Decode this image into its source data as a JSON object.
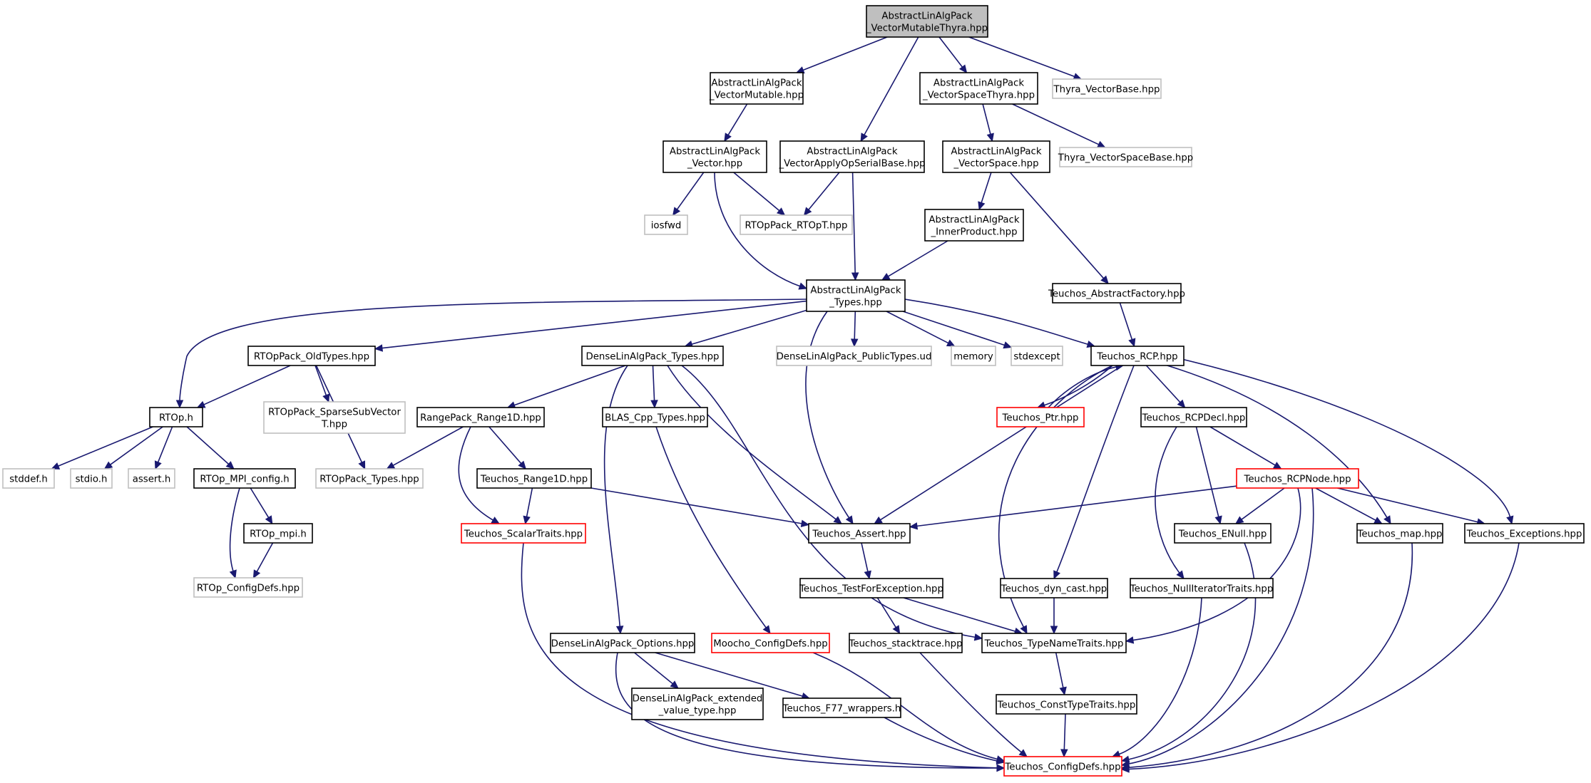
{
  "graph": {
    "title": "AbstractLinAlgPack_VectorMutableThyra.hpp include dependency graph",
    "colors": {
      "edge": "#191970",
      "default_border": "#000000",
      "external_border": "#bfbfbf",
      "truncated_border": "#ff0000",
      "root_fill": "#bfbfbf",
      "fill": "#ffffff"
    },
    "nodes": [
      {
        "id": "root",
        "lines": [
          "AbstractLinAlgPack",
          "_VectorMutableThyra.hpp"
        ],
        "style": "root"
      },
      {
        "id": "vm",
        "lines": [
          "AbstractLinAlgPack",
          "_VectorMutable.hpp"
        ],
        "style": "default"
      },
      {
        "id": "vst",
        "lines": [
          "AbstractLinAlgPack",
          "_VectorSpaceThyra.hpp"
        ],
        "style": "default"
      },
      {
        "id": "tvb",
        "lines": [
          "Thyra_VectorBase.hpp"
        ],
        "style": "external"
      },
      {
        "id": "vec",
        "lines": [
          "AbstractLinAlgPack",
          "_Vector.hpp"
        ],
        "style": "default"
      },
      {
        "id": "vaosb",
        "lines": [
          "AbstractLinAlgPack",
          "_VectorApplyOpSerialBase.hpp"
        ],
        "style": "default"
      },
      {
        "id": "vs",
        "lines": [
          "AbstractLinAlgPack",
          "_VectorSpace.hpp"
        ],
        "style": "default"
      },
      {
        "id": "tvsb",
        "lines": [
          "Thyra_VectorSpaceBase.hpp"
        ],
        "style": "external"
      },
      {
        "id": "iosfwd",
        "lines": [
          "iosfwd"
        ],
        "style": "external"
      },
      {
        "id": "rtopt",
        "lines": [
          "RTOpPack_RTOpT.hpp"
        ],
        "style": "external"
      },
      {
        "id": "ip",
        "lines": [
          "AbstractLinAlgPack",
          "_InnerProduct.hpp"
        ],
        "style": "default"
      },
      {
        "id": "types",
        "lines": [
          "AbstractLinAlgPack",
          "_Types.hpp"
        ],
        "style": "default"
      },
      {
        "id": "taf",
        "lines": [
          "Teuchos_AbstractFactory.hpp"
        ],
        "style": "default"
      },
      {
        "id": "oldtypes",
        "lines": [
          "RTOpPack_OldTypes.hpp"
        ],
        "style": "default"
      },
      {
        "id": "dlat",
        "lines": [
          "DenseLinAlgPack_Types.hpp"
        ],
        "style": "default"
      },
      {
        "id": "dlapt",
        "lines": [
          "DenseLinAlgPack_PublicTypes.ud"
        ],
        "style": "external"
      },
      {
        "id": "memory",
        "lines": [
          "memory"
        ],
        "style": "external"
      },
      {
        "id": "stdexcept",
        "lines": [
          "stdexcept"
        ],
        "style": "external"
      },
      {
        "id": "rcp",
        "lines": [
          "Teuchos_RCP.hpp"
        ],
        "style": "default"
      },
      {
        "id": "rtoph",
        "lines": [
          "RTOp.h"
        ],
        "style": "default"
      },
      {
        "id": "sparse",
        "lines": [
          "RTOpPack_SparseSubVector",
          "T.hpp"
        ],
        "style": "external"
      },
      {
        "id": "rr1d",
        "lines": [
          "RangePack_Range1D.hpp"
        ],
        "style": "default"
      },
      {
        "id": "blas",
        "lines": [
          "BLAS_Cpp_Types.hpp"
        ],
        "style": "default"
      },
      {
        "id": "ptr",
        "lines": [
          "Teuchos_Ptr.hpp"
        ],
        "style": "truncated"
      },
      {
        "id": "rcpdecl",
        "lines": [
          "Teuchos_RCPDecl.hpp"
        ],
        "style": "default"
      },
      {
        "id": "stddef",
        "lines": [
          "stddef.h"
        ],
        "style": "external"
      },
      {
        "id": "stdio",
        "lines": [
          "stdio.h"
        ],
        "style": "external"
      },
      {
        "id": "assert",
        "lines": [
          "assert.h"
        ],
        "style": "external"
      },
      {
        "id": "mpiconfig",
        "lines": [
          "RTOp_MPI_config.h"
        ],
        "style": "default"
      },
      {
        "id": "rtoptypes",
        "lines": [
          "RTOpPack_Types.hpp"
        ],
        "style": "external"
      },
      {
        "id": "tr1d",
        "lines": [
          "Teuchos_Range1D.hpp"
        ],
        "style": "default"
      },
      {
        "id": "rcpnode",
        "lines": [
          "Teuchos_RCPNode.hpp"
        ],
        "style": "truncated"
      },
      {
        "id": "mpih",
        "lines": [
          "RTOp_mpi.h"
        ],
        "style": "default"
      },
      {
        "id": "scalar",
        "lines": [
          "Teuchos_ScalarTraits.hpp"
        ],
        "style": "truncated"
      },
      {
        "id": "tassert",
        "lines": [
          "Teuchos_Assert.hpp"
        ],
        "style": "default"
      },
      {
        "id": "enull",
        "lines": [
          "Teuchos_ENull.hpp"
        ],
        "style": "default"
      },
      {
        "id": "tmap",
        "lines": [
          "Teuchos_map.hpp"
        ],
        "style": "default"
      },
      {
        "id": "texc",
        "lines": [
          "Teuchos_Exceptions.hpp"
        ],
        "style": "default"
      },
      {
        "id": "rtopcd",
        "lines": [
          "RTOp_ConfigDefs.hpp"
        ],
        "style": "external"
      },
      {
        "id": "tfe",
        "lines": [
          "Teuchos_TestForException.hpp"
        ],
        "style": "default"
      },
      {
        "id": "dyncast",
        "lines": [
          "Teuchos_dyn_cast.hpp"
        ],
        "style": "default"
      },
      {
        "id": "nit",
        "lines": [
          "Teuchos_NullIteratorTraits.hpp"
        ],
        "style": "default"
      },
      {
        "id": "dlopt",
        "lines": [
          "DenseLinAlgPack_Options.hpp"
        ],
        "style": "default"
      },
      {
        "id": "mcd",
        "lines": [
          "Moocho_ConfigDefs.hpp"
        ],
        "style": "truncated"
      },
      {
        "id": "stack",
        "lines": [
          "Teuchos_stacktrace.hpp"
        ],
        "style": "default"
      },
      {
        "id": "tnt",
        "lines": [
          "Teuchos_TypeNameTraits.hpp"
        ],
        "style": "default"
      },
      {
        "id": "ext",
        "lines": [
          "DenseLinAlgPack_extended",
          "_value_type.hpp"
        ],
        "style": "default"
      },
      {
        "id": "f77",
        "lines": [
          "Teuchos_F77_wrappers.h"
        ],
        "style": "default"
      },
      {
        "id": "ctt",
        "lines": [
          "Teuchos_ConstTypeTraits.hpp"
        ],
        "style": "default"
      },
      {
        "id": "tcd",
        "lines": [
          "Teuchos_ConfigDefs.hpp"
        ],
        "style": "truncated"
      }
    ],
    "edges": [
      [
        "root",
        "vm"
      ],
      [
        "root",
        "vaosb"
      ],
      [
        "root",
        "vst"
      ],
      [
        "root",
        "tvb"
      ],
      [
        "vm",
        "vec"
      ],
      [
        "vst",
        "vs"
      ],
      [
        "vst",
        "tvsb"
      ],
      [
        "vec",
        "iosfwd"
      ],
      [
        "vec",
        "rtopt"
      ],
      [
        "vec",
        "types"
      ],
      [
        "vaosb",
        "rtopt"
      ],
      [
        "vaosb",
        "types"
      ],
      [
        "vs",
        "ip"
      ],
      [
        "vs",
        "taf"
      ],
      [
        "ip",
        "types"
      ],
      [
        "types",
        "rtoph"
      ],
      [
        "types",
        "oldtypes"
      ],
      [
        "types",
        "dlat"
      ],
      [
        "types",
        "tassert"
      ],
      [
        "types",
        "dlapt"
      ],
      [
        "types",
        "memory"
      ],
      [
        "types",
        "stdexcept"
      ],
      [
        "types",
        "rcp"
      ],
      [
        "taf",
        "rcp"
      ],
      [
        "oldtypes",
        "rtoph"
      ],
      [
        "oldtypes",
        "sparse"
      ],
      [
        "oldtypes",
        "rtoptypes"
      ],
      [
        "dlat",
        "rr1d"
      ],
      [
        "dlat",
        "blas"
      ],
      [
        "dlat",
        "dlopt"
      ],
      [
        "dlat",
        "tassert"
      ],
      [
        "dlat",
        "tnt"
      ],
      [
        "rcp",
        "ptr"
      ],
      [
        "ptr",
        "rcp"
      ],
      [
        "rcp",
        "rcpdecl"
      ],
      [
        "rcp",
        "tassert"
      ],
      [
        "rcp",
        "tnt"
      ],
      [
        "rcp",
        "dyncast"
      ],
      [
        "rcp",
        "tmap"
      ],
      [
        "rcp",
        "texc"
      ],
      [
        "rtoph",
        "stddef"
      ],
      [
        "rtoph",
        "stdio"
      ],
      [
        "rtoph",
        "assert"
      ],
      [
        "rtoph",
        "mpiconfig"
      ],
      [
        "mpiconfig",
        "mpih"
      ],
      [
        "mpiconfig",
        "rtopcd"
      ],
      [
        "mpih",
        "rtopcd"
      ],
      [
        "rr1d",
        "rtoptypes"
      ],
      [
        "rr1d",
        "tr1d"
      ],
      [
        "rr1d",
        "scalar"
      ],
      [
        "tr1d",
        "scalar"
      ],
      [
        "tr1d",
        "tassert"
      ],
      [
        "blas",
        "mcd"
      ],
      [
        "rcpdecl",
        "rcpnode"
      ],
      [
        "rcpdecl",
        "enull"
      ],
      [
        "rcpdecl",
        "nit"
      ],
      [
        "rcpnode",
        "tassert"
      ],
      [
        "rcpnode",
        "enull"
      ],
      [
        "rcpnode",
        "tmap"
      ],
      [
        "rcpnode",
        "texc"
      ],
      [
        "rcpnode",
        "tnt"
      ],
      [
        "rcpnode",
        "tcd"
      ],
      [
        "scalar",
        "tcd"
      ],
      [
        "tassert",
        "tfe"
      ],
      [
        "tfe",
        "stack"
      ],
      [
        "tfe",
        "tnt"
      ],
      [
        "dyncast",
        "tnt"
      ],
      [
        "tnt",
        "ctt"
      ],
      [
        "ctt",
        "tcd"
      ],
      [
        "enull",
        "tcd"
      ],
      [
        "tmap",
        "tcd"
      ],
      [
        "texc",
        "tcd"
      ],
      [
        "nit",
        "tcd"
      ],
      [
        "dlopt",
        "ext"
      ],
      [
        "dlopt",
        "f77"
      ],
      [
        "dlopt",
        "tcd"
      ],
      [
        "mcd",
        "tcd"
      ],
      [
        "stack",
        "tcd"
      ],
      [
        "f77",
        "tcd"
      ]
    ]
  }
}
